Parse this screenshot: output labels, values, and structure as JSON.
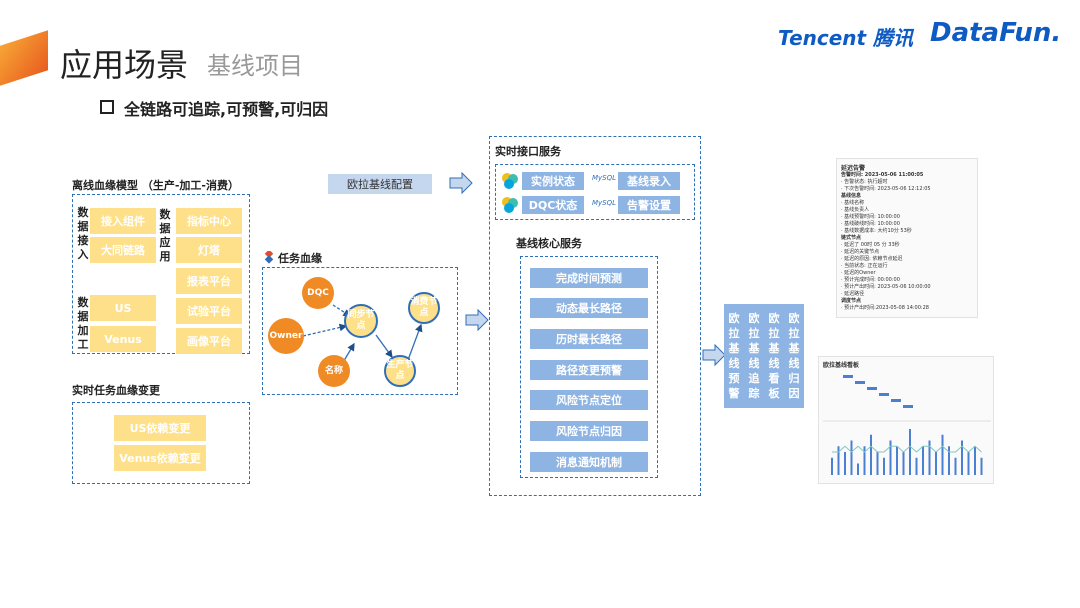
{
  "header": {
    "title": "应用场景",
    "subtitle": "基线项目",
    "brand_tencent": "Tencent 腾讯",
    "brand_datafun": "DataFun."
  },
  "bullet": "全链路可追踪,可预警,可归因",
  "offline": {
    "title": "离线血缘模型 （生产-加工-消费）",
    "ingest_label": "数据接入",
    "ingest_items": [
      "接入组件",
      "大同链路"
    ],
    "process_label": "数据加工",
    "process_items": [
      "US",
      "Venus"
    ],
    "app_label": "数据应用",
    "app_items": [
      "指标中心",
      "灯塔",
      "报表平台",
      "试验平台",
      "画像平台"
    ]
  },
  "realtime_change": {
    "title": "实时任务血缘变更",
    "items": [
      "US依赖变更",
      "Venus依赖变更"
    ]
  },
  "config_button": "欧拉基线配置",
  "task_lineage": {
    "title": "任务血缘",
    "nodes": {
      "dqc": "DQC",
      "owner": "Owner",
      "name": "名称",
      "sync": "同步节点",
      "produce": "生产节点",
      "consume": "消费节点"
    }
  },
  "service": {
    "title": "实时接口服务",
    "interface_rows": [
      {
        "left": "实例状态",
        "right": "基线录入"
      },
      {
        "left": "DQC状态",
        "right": "告警设置"
      }
    ],
    "mysql_label": "MySQL",
    "core_title": "基线核心服务",
    "core_items": [
      "完成时间预测",
      "动态最长路径",
      "历时最长路径",
      "路径变更预警",
      "风险节点定位",
      "风险节点归因",
      "消息通知机制"
    ]
  },
  "outputs": [
    "欧拉基线预警",
    "欧拉基线追踪",
    "欧拉基线看板",
    "欧拉基线归因"
  ],
  "alert_shot": {
    "title": "延迟告警",
    "lines": [
      "告警时间: 2023-05-06 11:00:05",
      "· 告警状态: 执行超时",
      "· 下次告警时间: 2023-05-06 12:12:05",
      "基线信息",
      "· 基线名称",
      "· 基线负责人",
      "· 基线预警时间: 10:00:00",
      "· 基线破线时间: 10:00:00",
      "· 基线数据成本: 大约10分 53秒",
      "链式节点",
      "· 延迟了 00时 05 分 33秒",
      "· 延迟的关键节点",
      "· 延迟的原因: 依赖节点延迟",
      "· 当前状态: 正在运行",
      "· 延迟的Owner",
      "· 预计完成时间: 00:00:00",
      "· 预计产出时间: 2023-05-06 10:00:00",
      "· 延迟路径",
      "调度节点",
      "· 预计产出时间:2023-05-08 14:00:28"
    ]
  },
  "chart_shot": {
    "title": "欧拉基线看板",
    "bar_values": [
      3,
      5,
      4,
      6,
      2,
      5,
      7,
      4,
      3,
      6,
      5,
      4,
      8,
      3,
      5,
      6,
      4,
      7,
      5,
      3,
      6,
      4,
      5,
      3
    ],
    "line_values": [
      4,
      4,
      5,
      4,
      5,
      4,
      5,
      4,
      4,
      5,
      5,
      4,
      5,
      4,
      5,
      5,
      4,
      5,
      4,
      4,
      5,
      4,
      5,
      4
    ]
  },
  "colors": {
    "accent_blue": "#2f6fb8",
    "light_blue": "#8eb4e3",
    "yellow": "#ffe08a",
    "orange": "#f08a24"
  }
}
